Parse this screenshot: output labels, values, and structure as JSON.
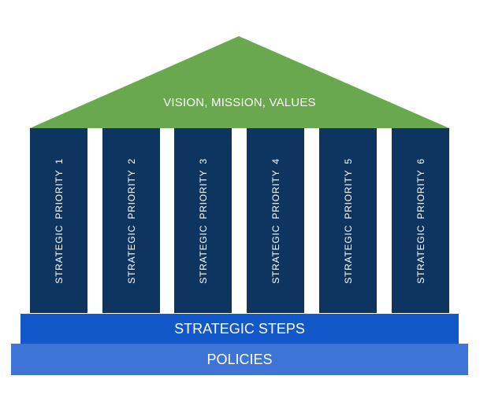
{
  "roof": {
    "label": "VISION, MISSION, VALUES",
    "color": "#6aa84f"
  },
  "pillars": [
    {
      "label": "STRATEGIC  PRIORITY  1"
    },
    {
      "label": "STRATEGIC  PRIORITY  2"
    },
    {
      "label": "STRATEGIC  PRIORITY  3"
    },
    {
      "label": "STRATEGIC  PRIORITY  4"
    },
    {
      "label": "STRATEGIC  PRIORITY  5"
    },
    {
      "label": "STRATEGIC  PRIORITY  6"
    }
  ],
  "steps": {
    "label": "STRATEGIC STEPS"
  },
  "policies": {
    "label": "POLICIES"
  },
  "colors": {
    "pillar": "#0d3560",
    "steps": "#1258c8",
    "policies": "#3e74d6"
  }
}
